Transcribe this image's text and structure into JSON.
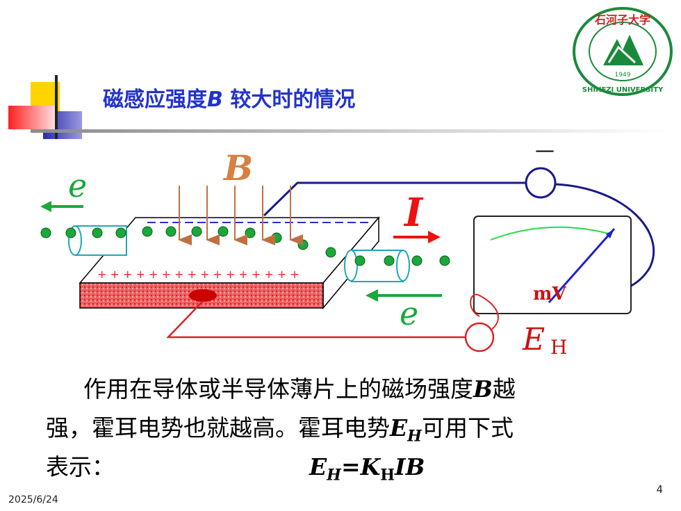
{
  "title": {
    "prefix": "磁感应强度",
    "var": "B",
    "suffix": " 较大时的情况"
  },
  "logo": {
    "text_top": "石河子大学",
    "year": "1949",
    "text_bottom": "SHIHEZI UNIVERSITY"
  },
  "diagram": {
    "b_label": "B",
    "i_label": "I",
    "e_top": "e",
    "e_bottom": "e",
    "meter_unit": "mV",
    "eh_main": "E",
    "eh_sub": "H",
    "plus_signs": "+ + + + + + + + + + + + + + + +",
    "electron": "e",
    "minus_bar": "—"
  },
  "body": {
    "line1_a": "作用在导体或半导体薄片上的磁场强度",
    "line1_b": "B",
    "line1_c": "越",
    "line2_a": "强，霍耳电势也就越高。霍耳电势",
    "line2_e": "E",
    "line2_h": "H",
    "line2_c": "可用下式",
    "line3_a": "表示：",
    "f_e": "E",
    "f_h": "H",
    "f_eq": "=K",
    "f_hsub": "H",
    "f_ib": "IB"
  },
  "footer": {
    "date": "2025/6/24",
    "page": "4"
  }
}
